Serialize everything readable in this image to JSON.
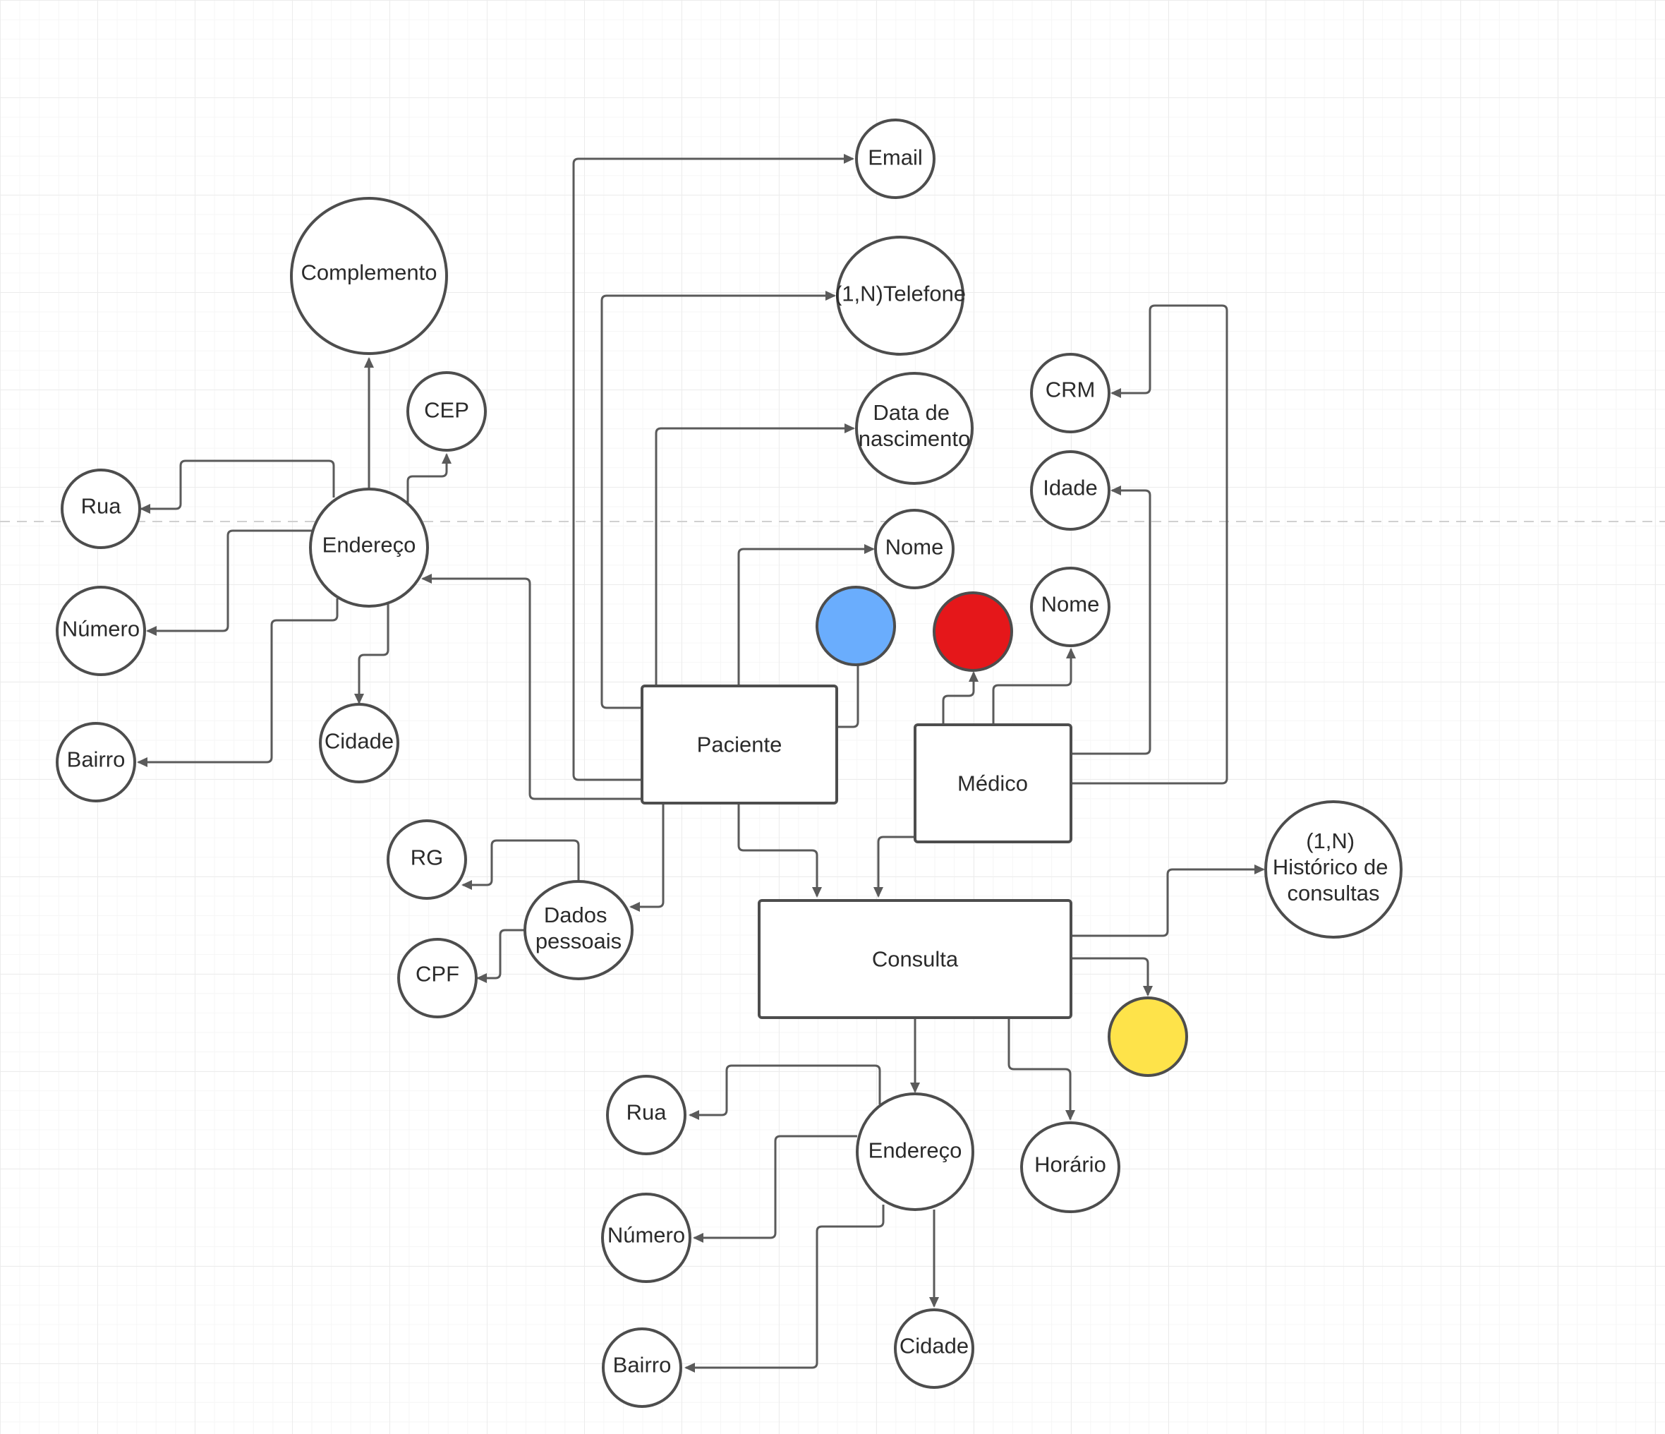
{
  "colors": {
    "stroke": "#4d4d4d",
    "edge": "#5a5a5a",
    "text": "#2b2b2b",
    "node_fill": "#ffffff",
    "blue": "#6aadfd",
    "red": "#e5171a",
    "yellow": "#fee34a"
  },
  "entities": {
    "paciente": "Paciente",
    "medico": "Médico",
    "consulta": "Consulta"
  },
  "attributes": {
    "email": "Email",
    "telefone": "(1,N)Telefone",
    "data_nascimento": [
      "Data de",
      "nascimento"
    ],
    "nome_paciente": "Nome",
    "endereco_paciente": "Endereço",
    "complemento": "Complemento",
    "cep": "CEP",
    "rua_paciente": "Rua",
    "numero_paciente": "Número",
    "bairro_paciente": "Bairro",
    "cidade_paciente": "Cidade",
    "rg": "RG",
    "cpf": "CPF",
    "dados_pessoais": [
      "Dados",
      "pessoais"
    ],
    "crm": "CRM",
    "idade": "Idade",
    "nome_medico": "Nome",
    "historico": [
      "(1,N)",
      "Histórico de",
      "consultas"
    ],
    "endereco_consulta": "Endereço",
    "rua_consulta": "Rua",
    "numero_consulta": "Número",
    "bairro_consulta": "Bairro",
    "cidade_consulta": "Cidade",
    "horario": "Horário"
  }
}
